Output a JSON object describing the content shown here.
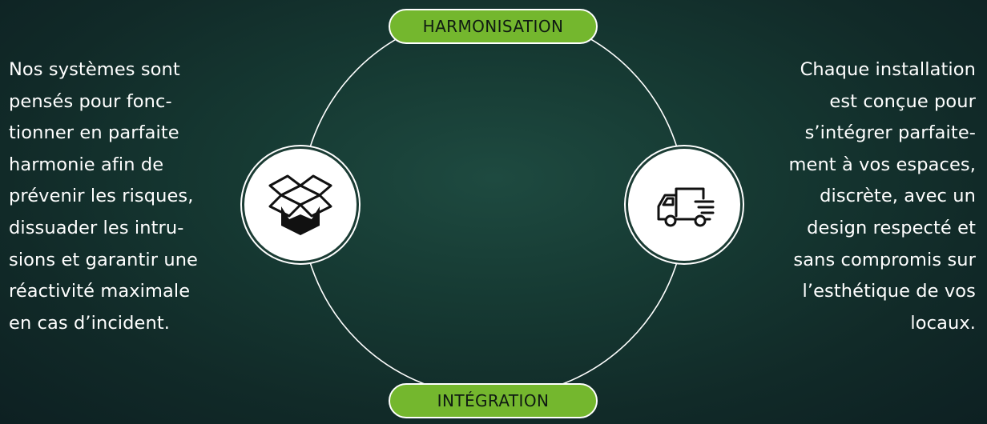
{
  "left_text": "Nos systèmes sont\npensés pour fonc-\ntionner en parfaite\nharmonie afin de\nprévenir les risques,\ndissuader les intru-\nsions et garantir une\nréactivité maximale\nen cas d’incident.",
  "right_text": "Chaque installation\nest conçue pour\ns’intégrer parfaite-\nment à vos espaces,\ndiscrète, avec un\ndesign respecté et\nsans compromis sur\nl’esthétique de vos\nlocaux.",
  "top_label": "HARMONISATION",
  "bottom_label": "INTÉGRATION",
  "icons": {
    "left": "open-box-icon",
    "right": "delivery-truck-icon"
  },
  "colors": {
    "label_fill": "#74b72e",
    "background": "#163a33",
    "ring": "#ffffff"
  }
}
